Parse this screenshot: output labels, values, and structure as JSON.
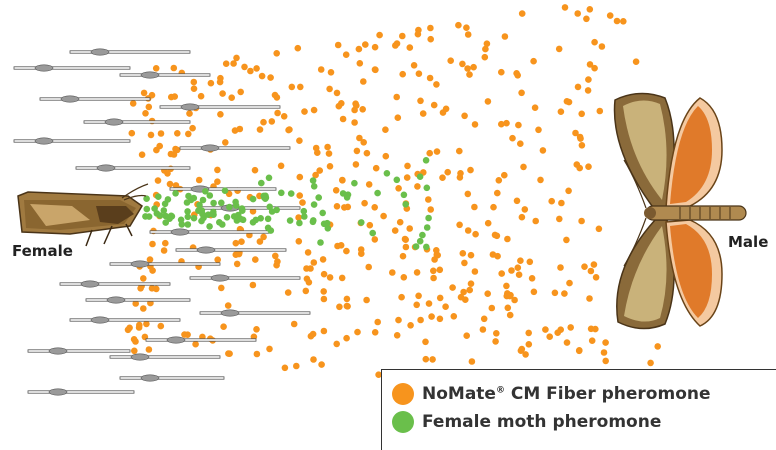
{
  "labels": {
    "female": "Female",
    "male": "Male"
  },
  "legend": {
    "items": [
      {
        "text": "NoMate® CM Fiber pheromone",
        "color": "#f7941d",
        "icon": "orange-dot-icon"
      },
      {
        "text": "Female moth pheromone",
        "color": "#6abf4b",
        "icon": "green-dot-icon"
      }
    ]
  },
  "colors": {
    "nomate_dot": "#f7941d",
    "female_dot": "#6abf4b",
    "fiber": "#888888",
    "moth_body": "#8a6a3a",
    "male_wing_inner": "#e07a2a",
    "male_wing_outer": "#f4c9a0"
  }
}
